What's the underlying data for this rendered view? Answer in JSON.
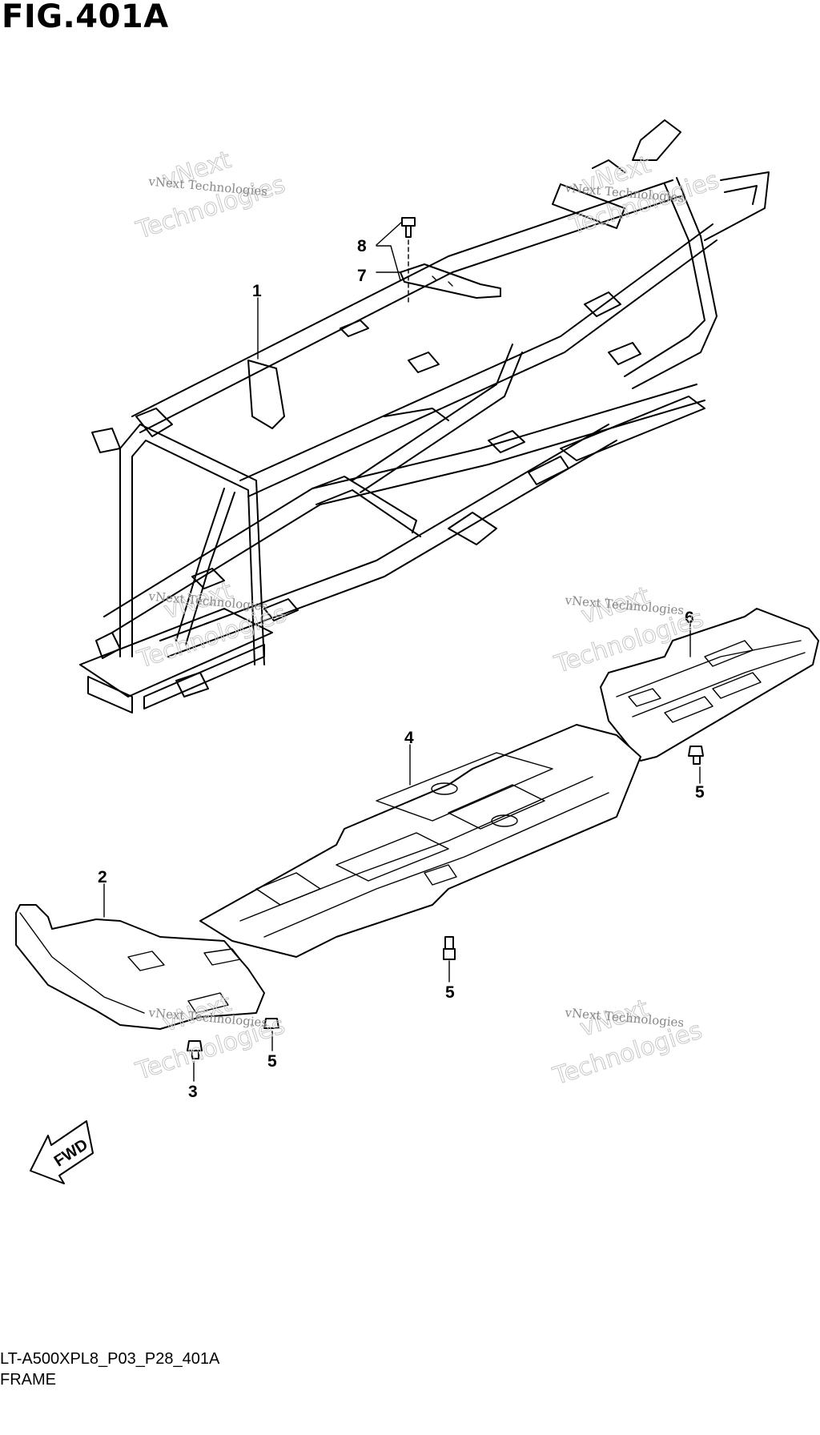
{
  "figure_title": "FIG.401A",
  "diagram_code": "LT-A500XPL8_P03_P28_401A",
  "caption": "FRAME",
  "fwd_label": "FWD",
  "watermark": {
    "line1": "vNext Technologies",
    "line2": "vNext",
    "line3": "Technologies"
  },
  "callouts": [
    {
      "id": "callout-1",
      "text": "1"
    },
    {
      "id": "callout-2",
      "text": "2"
    },
    {
      "id": "callout-3",
      "text": "3"
    },
    {
      "id": "callout-4",
      "text": "4"
    },
    {
      "id": "callout-5a",
      "text": "5"
    },
    {
      "id": "callout-5b",
      "text": "5"
    },
    {
      "id": "callout-5c",
      "text": "5"
    },
    {
      "id": "callout-6",
      "text": "6"
    },
    {
      "id": "callout-7",
      "text": "7"
    },
    {
      "id": "callout-8",
      "text": "8"
    }
  ]
}
